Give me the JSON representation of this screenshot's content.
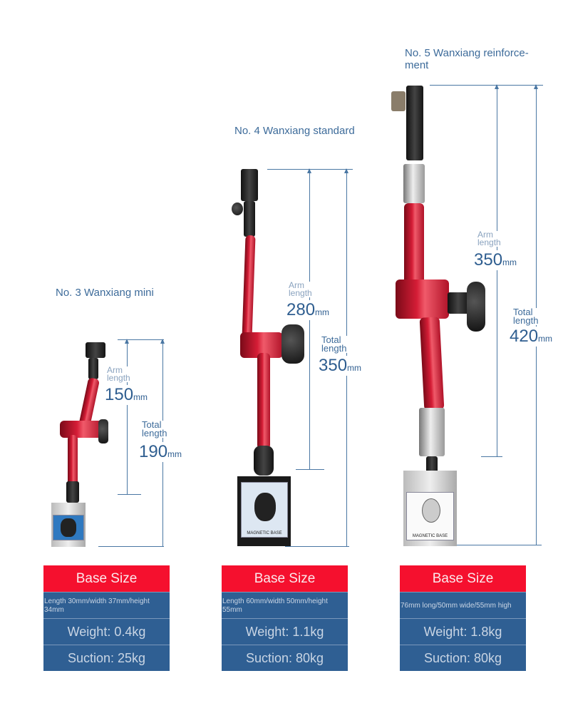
{
  "products": [
    {
      "title": "No. 3 Wanxiang mini",
      "arm_label": "Arm length",
      "arm_value": "150",
      "total_label": "Total length",
      "total_value": "190",
      "unit": "mm",
      "base_header": "Base Size",
      "base_size": "Length 30mm/width 37mm/height 34mm",
      "weight": "Weight: 0.4kg",
      "suction": "Suction: 25kg"
    },
    {
      "title": "No. 4 Wanxiang standard",
      "arm_label": "Arm length",
      "arm_value": "280",
      "total_label": "Total length",
      "total_value": "350",
      "unit": "mm",
      "base_header": "Base Size",
      "base_size": "Length 60mm/width 50mm/height 55mm",
      "weight": "Weight: 1.1kg",
      "suction": "Suction: 80kg",
      "base_text": "MAGNETIC BASE"
    },
    {
      "title": "No. 5 Wanxiang reinforce-ment",
      "arm_label": "Arm length",
      "arm_value": "350",
      "total_label": "Total length",
      "total_value": "420",
      "unit": "mm",
      "base_header": "Base Size",
      "base_size": "76mm long/50mm wide/55mm high",
      "weight": "Weight: 1.8kg",
      "suction": "Suction: 80kg",
      "base_text": "MAGNETIC BASE"
    }
  ],
  "colors": {
    "header_red": "#f5102e",
    "row_blue": "#2f5f93",
    "label_blue": "#3d6b9a"
  }
}
